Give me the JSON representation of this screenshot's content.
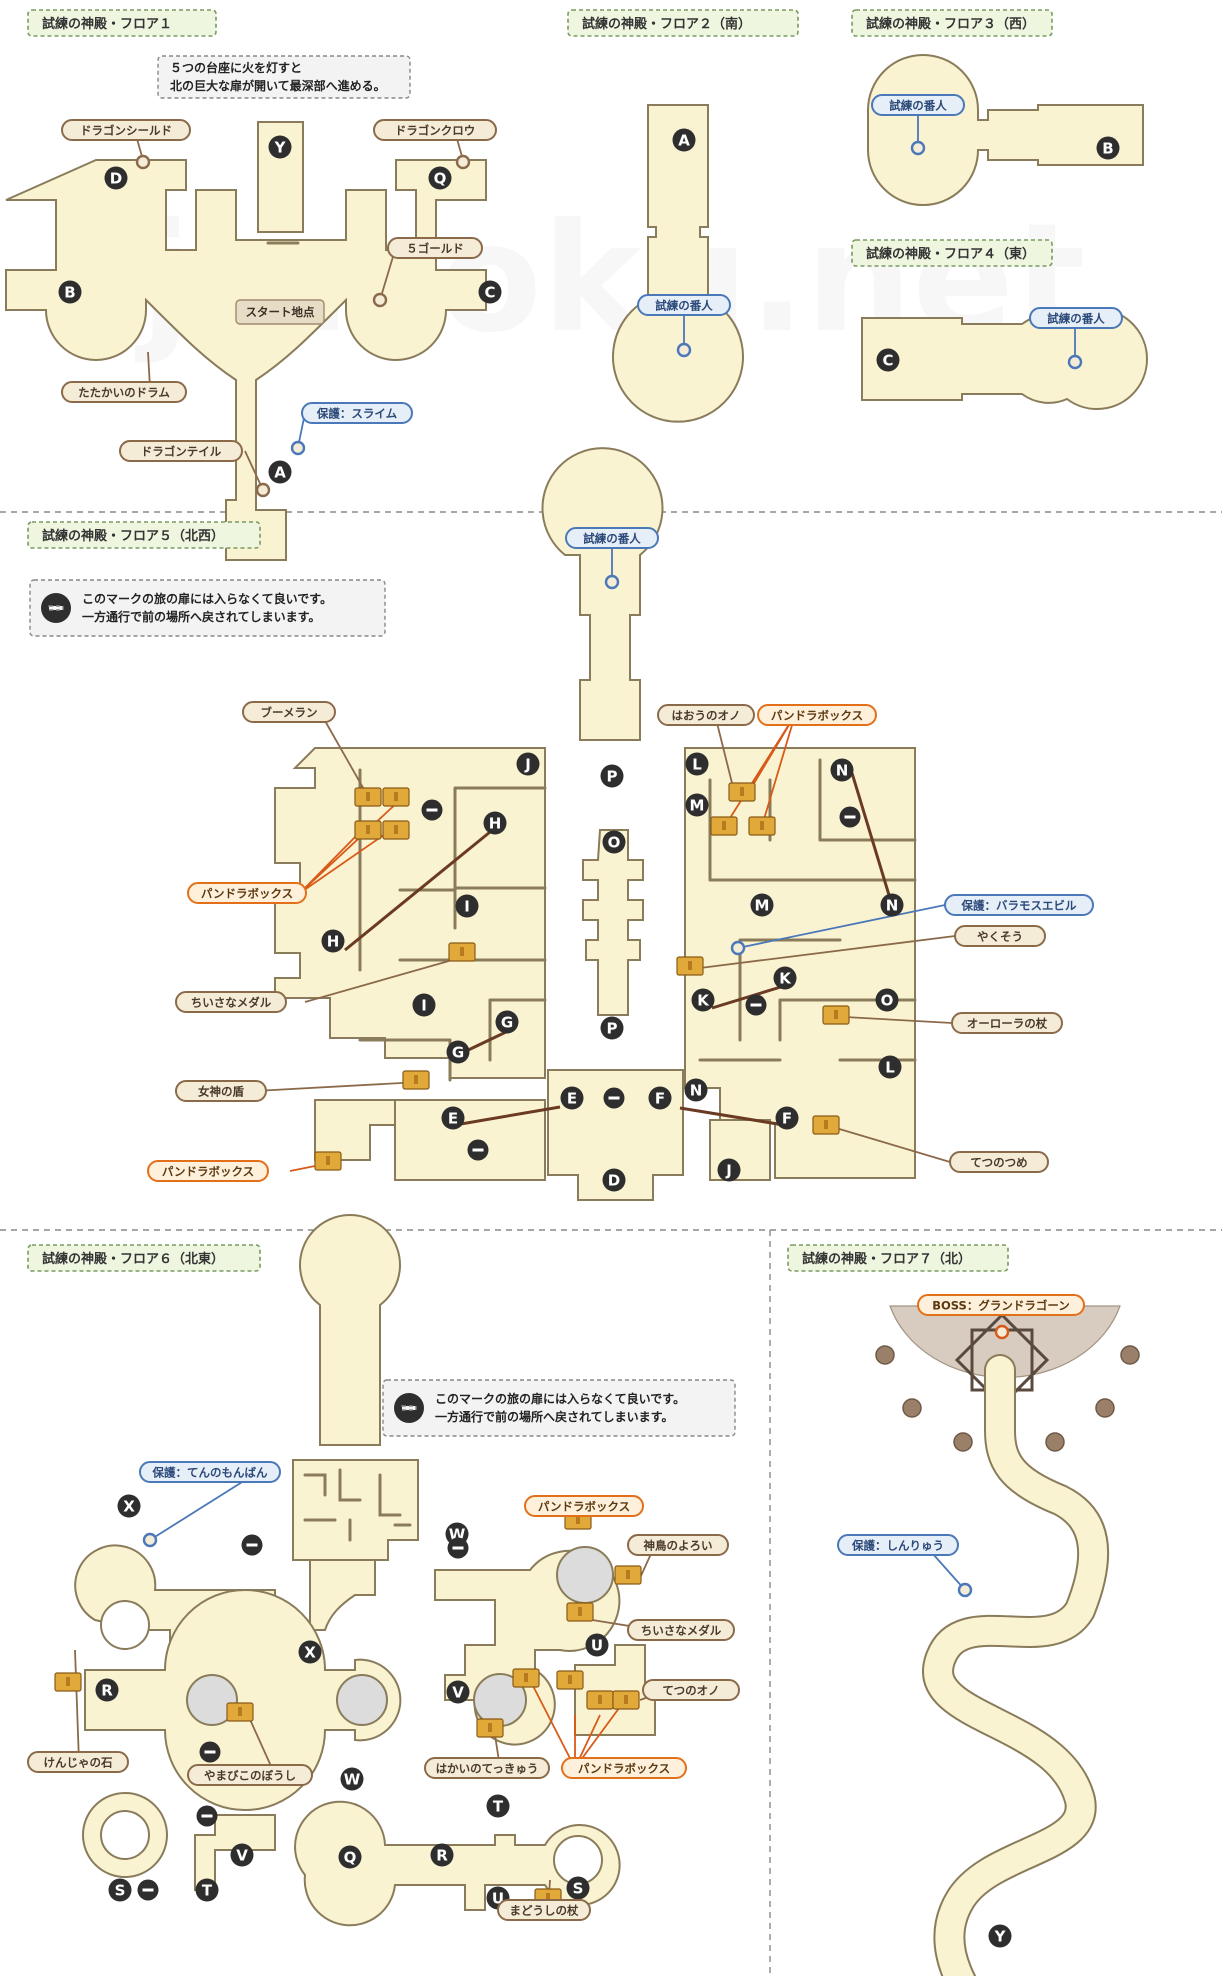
{
  "sections": {
    "f1": {
      "title": "試練の神殿・フロア１"
    },
    "f2": {
      "title": "試練の神殿・フロア２（南）"
    },
    "f3": {
      "title": "試練の神殿・フロア３（西）"
    },
    "f4": {
      "title": "試練の神殿・フロア４（東）"
    },
    "f5": {
      "title": "試練の神殿・フロア５（北西）"
    },
    "f6": {
      "title": "試練の神殿・フロア６（北東）"
    },
    "f7": {
      "title": "試練の神殿・フロア７（北）"
    }
  },
  "watermark": "jinsoku.net",
  "notes": {
    "f1_line1": "５つの台座に火を灯すと",
    "f1_line2": "北の巨大な扉が開いて最深部へ進める。",
    "oneway_line1": "このマークの旅の扉には入らなくて良いです。",
    "oneway_line2": "一方通行で前の場所へ戻されてしまいます。"
  },
  "labels": {
    "dragon_shield": "ドラゴンシールド",
    "dragon_claw": "ドラゴンクロウ",
    "five_gold": "５ゴールド",
    "start": "スタート地点",
    "drum": "たたかいのドラム",
    "protect_slime": "保護：スライム",
    "dragon_tail": "ドラゴンテイル",
    "guardian": "試練の番人",
    "boomerang": "ブーメラン",
    "pandora": "パンドラボックス",
    "small_medal": "ちいさなメダル",
    "goddess_shield": "女神の盾",
    "king_axe": "はおうのオノ",
    "protect_baramos": "保護：バラモスエビル",
    "herb": "やくそう",
    "aurora_staff": "オーローラの杖",
    "iron_claw": "てつのつめ",
    "protect_tenno": "保護：てんのもんばん",
    "sage_stone": "けんじゃの石",
    "echo_hat": "やまびこのぼうし",
    "divine_bird": "神鳥のよろい",
    "iron_axe": "てつのオノ",
    "destroy_ball": "はかいのてっきゅう",
    "magic_staff": "まどうしの杖",
    "boss": "BOSS：グランドラゴーン",
    "protect_shinryu": "保護：しんりゅう"
  },
  "markers": {
    "A": "A",
    "B": "B",
    "C": "C",
    "D": "D",
    "E": "E",
    "F": "F",
    "G": "G",
    "H": "H",
    "I": "I",
    "J": "J",
    "K": "K",
    "L": "L",
    "M": "M",
    "N": "N",
    "O": "O",
    "P": "P",
    "Q": "Q",
    "R": "R",
    "S": "S",
    "T": "T",
    "U": "U",
    "V": "V",
    "W": "W",
    "X": "X",
    "Y": "Y",
    "oneway": "−"
  }
}
